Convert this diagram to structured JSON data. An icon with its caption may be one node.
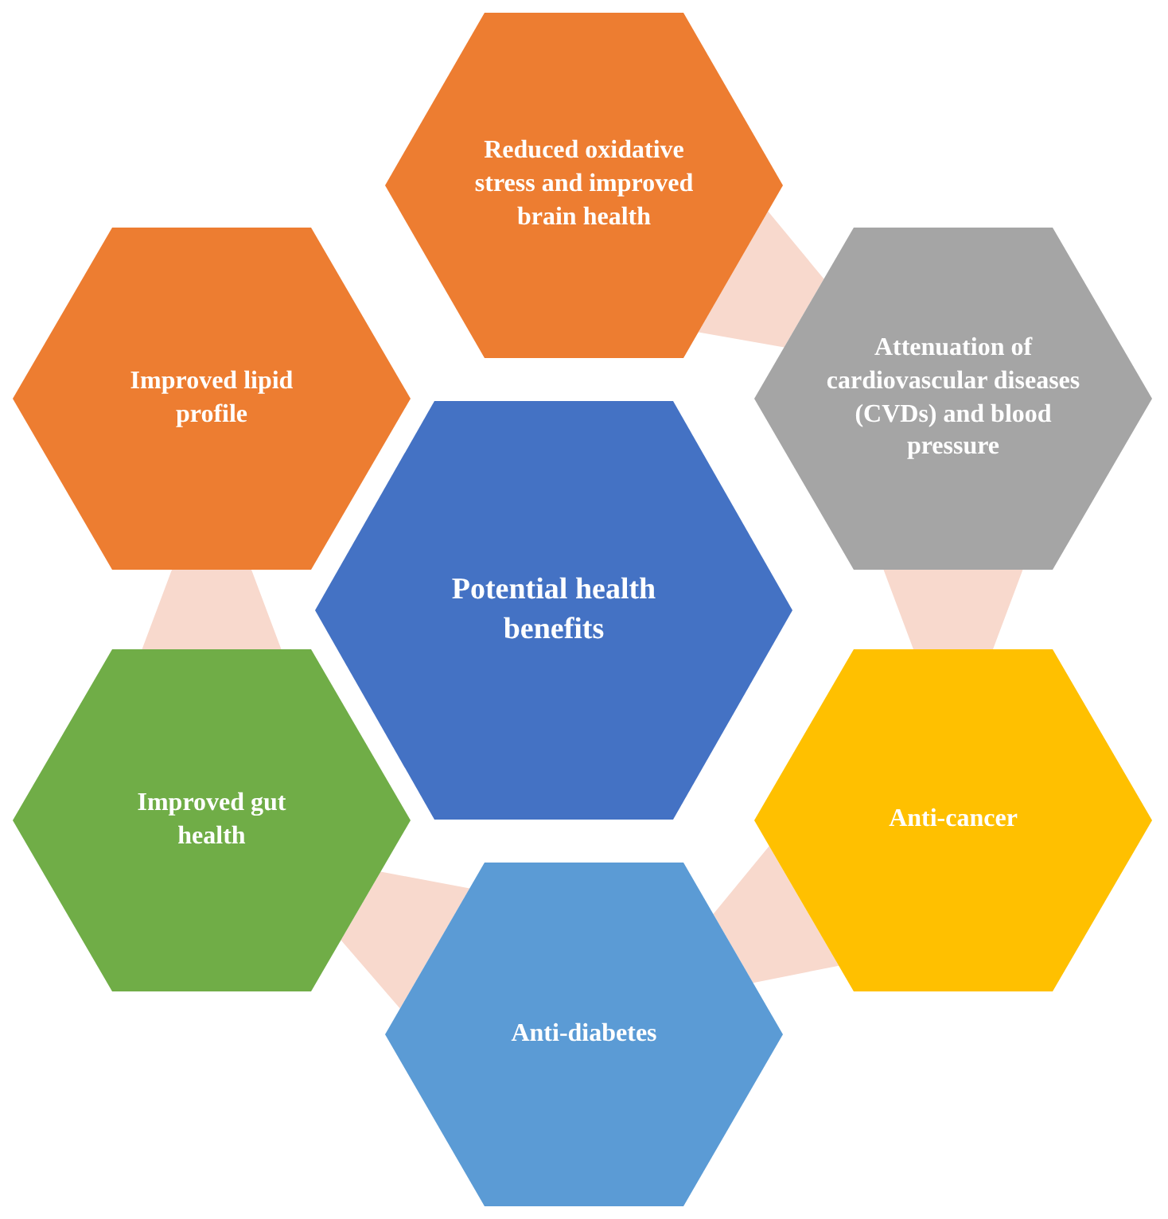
{
  "diagram": {
    "nodes": [
      {
        "text": [
          "Potential  health benefits"
        ]
      },
      {
        "text": [
          "Reduced oxidative stress and improved brain health"
        ]
      },
      {
        "text": [
          "Attenuation of cardiovascular diseases (CVDs) and blood pressure"
        ]
      },
      {
        "text": [
          "Anti-cancer"
        ]
      },
      {
        "text": [
          "Anti-diabetes"
        ]
      },
      {
        "text": [
          "Improved gut health"
        ]
      },
      {
        "text": [
          "Improved lipid profile"
        ]
      }
    ],
    "edges": [
      {
        "from": 1,
        "to": 2,
        "arrow": "none",
        "style": "thick",
        "color": "#f8d9cd"
      },
      {
        "from": 2,
        "to": 3,
        "arrow": "none",
        "style": "thick",
        "color": "#f8d9cd"
      },
      {
        "from": 3,
        "to": 4,
        "arrow": "none",
        "style": "thick",
        "color": "#f8d9cd"
      },
      {
        "from": 4,
        "to": 5,
        "arrow": "none",
        "style": "thick",
        "color": "#f8d9cd"
      },
      {
        "from": 5,
        "to": 6,
        "arrow": "none",
        "style": "thick",
        "color": "#f8d9cd"
      }
    ]
  }
}
